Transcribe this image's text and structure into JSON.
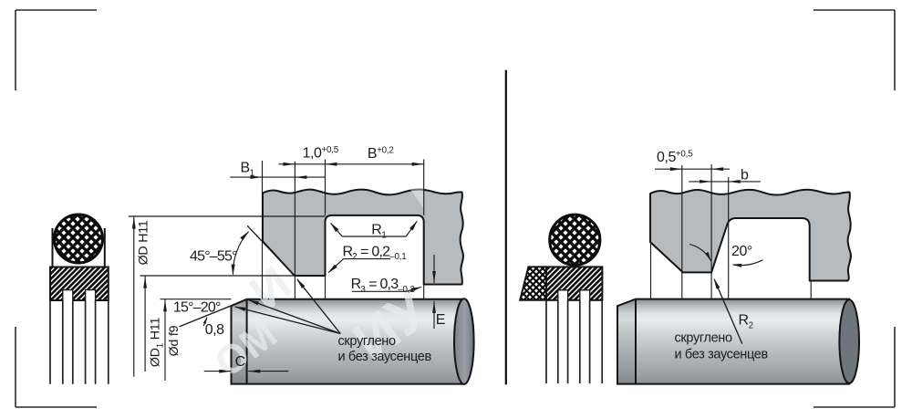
{
  "drawing": {
    "type": "seal groove installation drawing",
    "language": "ru"
  },
  "colors": {
    "background": "#ffffff",
    "line": "#1b1b1b",
    "housing_fill": "#b7bbbe",
    "shaft_highlight": "#e9ebec",
    "shaft_dark": "#82888e"
  },
  "left": {
    "b1": {
      "base": "B",
      "sub": "1"
    },
    "land": {
      "base": "1,0",
      "sup": "+0,5"
    },
    "groove_width": {
      "base": "B",
      "sup": "+0,2"
    },
    "r1": {
      "base": "R",
      "sub": "1"
    },
    "r2": {
      "base": "R",
      "sub": "2",
      "eq": " = 0,2",
      "tol": "–0,1"
    },
    "r3": {
      "base": "R",
      "sub": "3",
      "eq": " = 0,3",
      "tol": "–0,2"
    },
    "angle_chamfer": "45°–55°",
    "angle_shaft": "15°–20°",
    "chamfer_flat": "0,8",
    "c": "C",
    "e": "E",
    "dia_groove": {
      "base": "ØD H11"
    },
    "dia_bore": {
      "base": "ØD",
      "sub": "1",
      "rest": " H11"
    },
    "dia_shaft": {
      "base": "Ød f9"
    },
    "note_line1": "скруглено",
    "note_line2": "и без заусенцев"
  },
  "right": {
    "chamfer_dim": {
      "base": "0,5",
      "sup": "+0,5"
    },
    "b": "b",
    "angle": "20°",
    "r2": {
      "base": "R",
      "sub": "2"
    },
    "note_line1": "скруглено",
    "note_line2": "и без заусенцев"
  },
  "watermark": {
    "part1": "ОМ",
    "part2": "ИУ",
    "part3": "И"
  }
}
